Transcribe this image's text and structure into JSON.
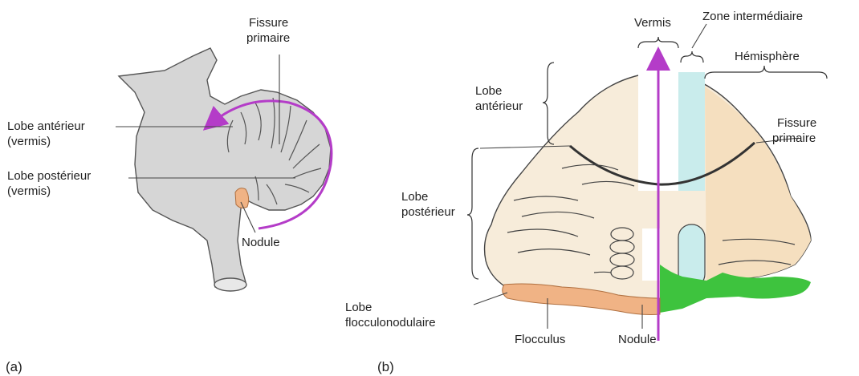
{
  "panel_a": {
    "tag": "(a)",
    "labels": {
      "fissure_primaire_1": "Fissure",
      "fissure_primaire_2": "primaire",
      "lobe_anterieur_1": "Lobe antérieur",
      "lobe_anterieur_2": "(vermis)",
      "lobe_posterieur_1": "Lobe postérieur",
      "lobe_posterieur_2": "(vermis)",
      "nodule": "Nodule"
    }
  },
  "panel_b": {
    "tag": "(b)",
    "labels": {
      "vermis": "Vermis",
      "zone_intermediaire": "Zone intermédiaire",
      "hemisphere": "Hémisphère",
      "lobe_anterieur_1": "Lobe",
      "lobe_anterieur_2": "antérieur",
      "fissure_primaire_1": "Fissure",
      "fissure_primaire_2": "primaire",
      "lobe_posterieur_1": "Lobe",
      "lobe_posterieur_2": "postérieur",
      "lobe_flocculonodulaire_1": "Lobe",
      "lobe_flocculonodulaire_2": "flocculonodulaire",
      "flocculus": "Flocculus",
      "nodule": "Nodule"
    }
  },
  "colors": {
    "brainstem_gray": "#d6d6d6",
    "cerebellum_cream": "#f7ecda",
    "hemisphere_tan": "#f5dfbf",
    "intermediate_cyan": "#c9ecec",
    "flocculonodular_orange": "#f0b385",
    "flocculus_green": "#3ec33e",
    "arrow_purple": "#b43cc8",
    "line_dark": "#333333"
  }
}
